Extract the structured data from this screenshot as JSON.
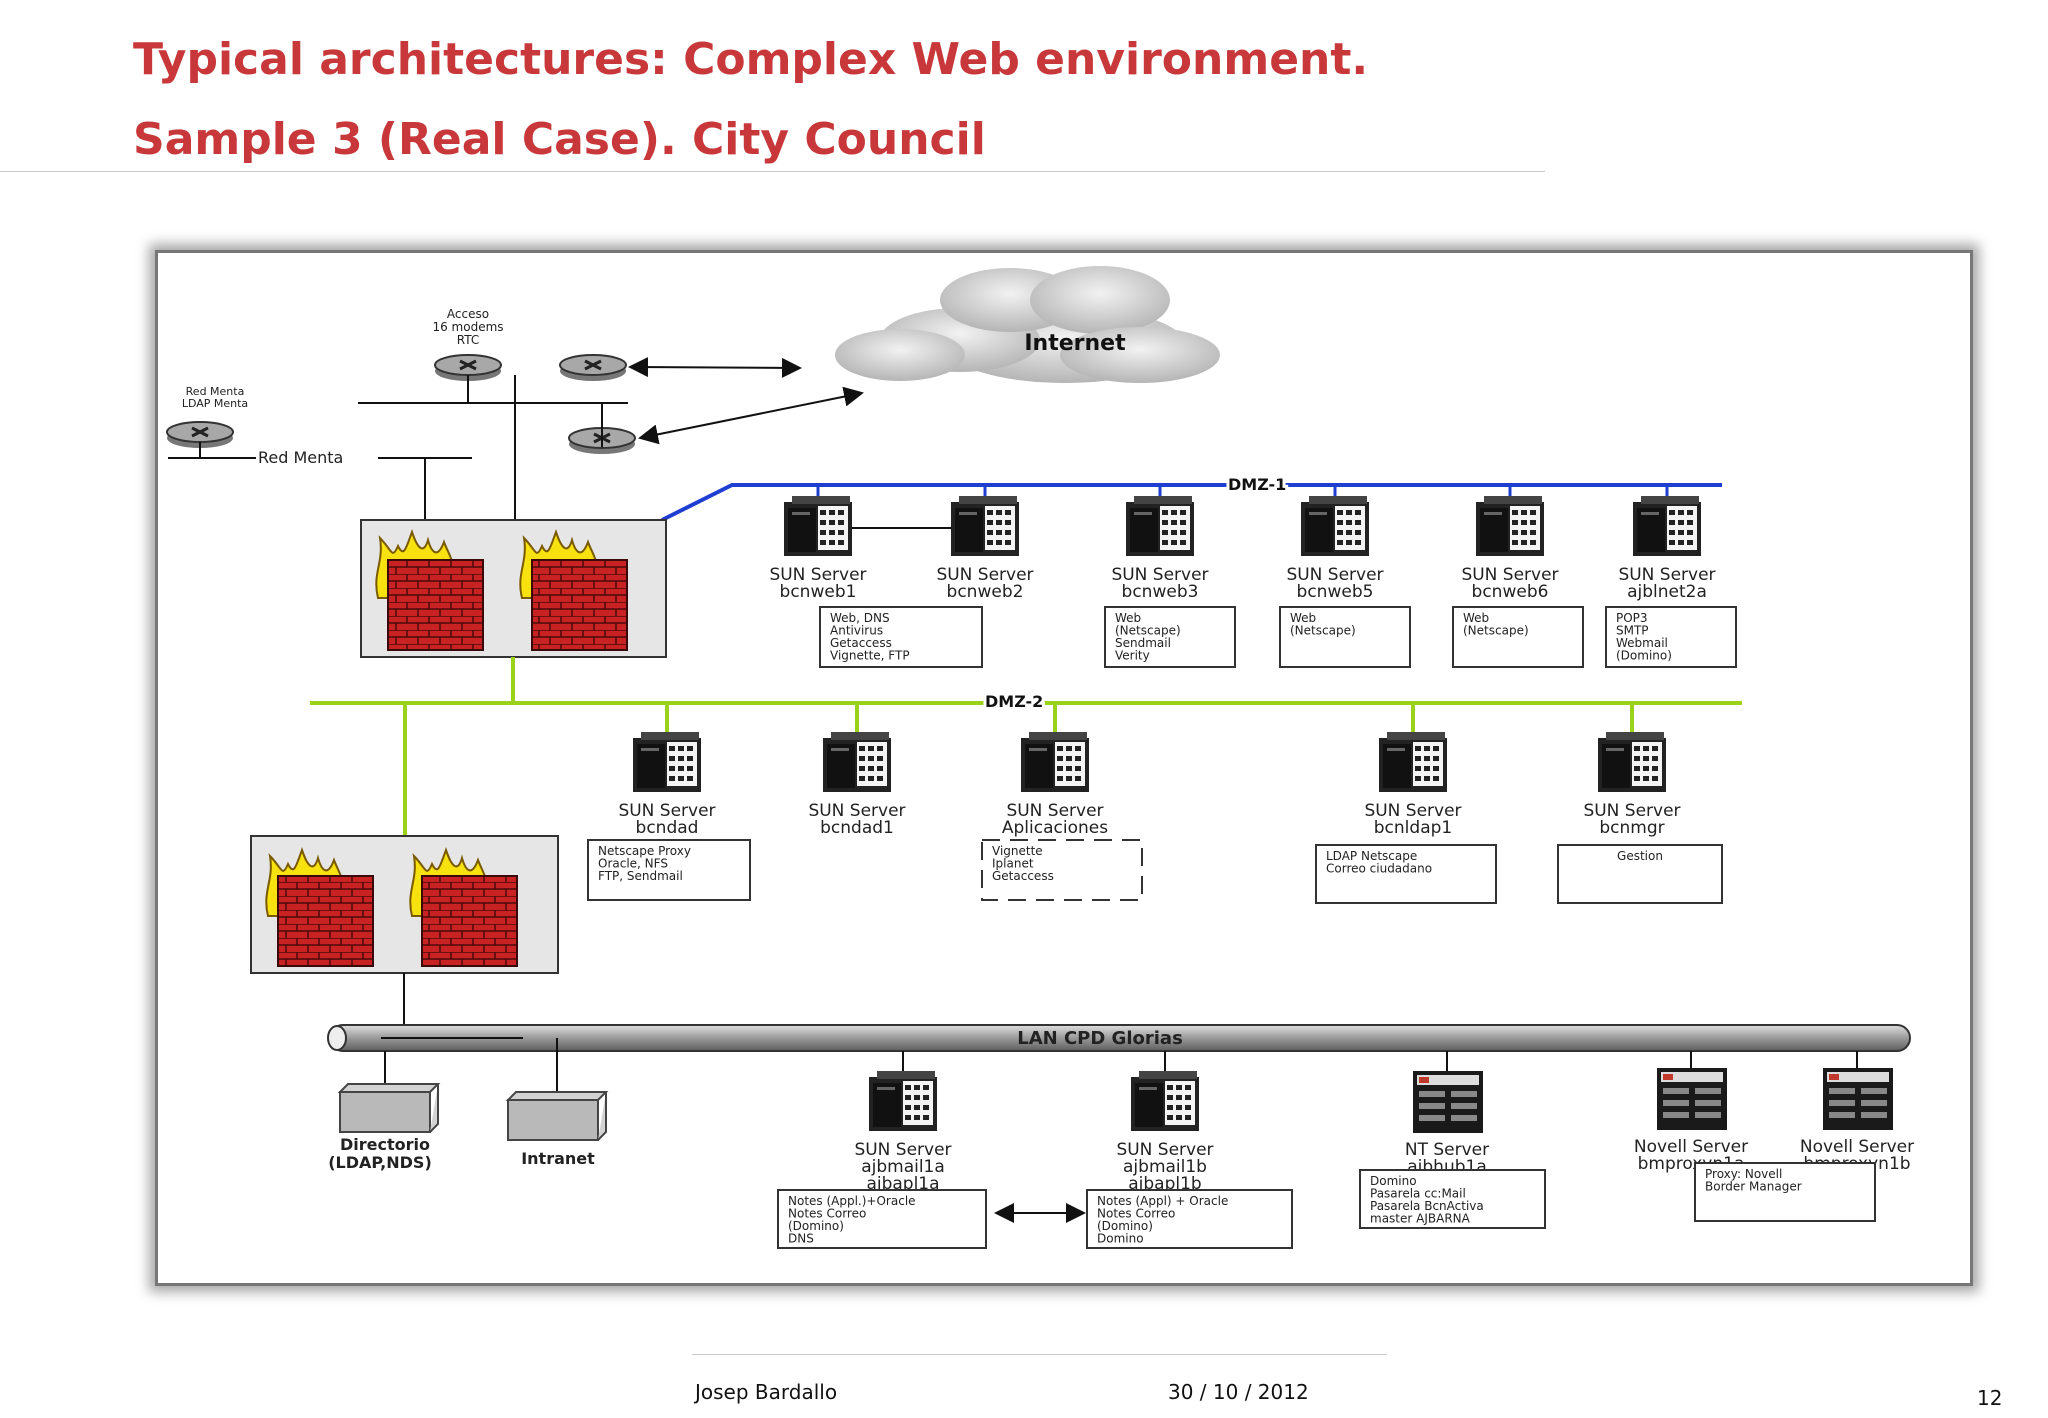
{
  "slide": {
    "title_line1": "Typical architectures: Complex Web environment.",
    "title_line2": "Sample 3 (Real Case). City Council",
    "footer_author": "Josep Bardallo",
    "footer_date": "30 / 10 / 2012",
    "page_number": "12"
  },
  "diagram": {
    "cloud_label": "Internet",
    "modem_access": [
      "Acceso",
      "16 modems",
      "RTC"
    ],
    "red_menta_top": [
      "Red Menta",
      "LDAP Menta"
    ],
    "red_menta_line": "Red Menta",
    "dmz1": "DMZ-1",
    "dmz2": "DMZ-2",
    "lan": "LAN CPD Glorias",
    "dmz1_servers": [
      {
        "type": "SUN Server",
        "name": "bcnweb1",
        "notes": [
          "Web, DNS",
          "Antivirus",
          "Getaccess",
          "Vignette, FTP"
        ]
      },
      {
        "type": "SUN Server",
        "name": "bcnweb2",
        "notes": []
      },
      {
        "type": "SUN Server",
        "name": "bcnweb3",
        "notes": [
          "Web",
          "(Netscape)",
          "Sendmail",
          "Verity"
        ]
      },
      {
        "type": "SUN Server",
        "name": "bcnweb5",
        "notes": [
          "Web",
          "(Netscape)"
        ]
      },
      {
        "type": "SUN Server",
        "name": "bcnweb6",
        "notes": [
          "Web",
          "(Netscape)"
        ]
      },
      {
        "type": "SUN Server",
        "name": "ajblnet2a",
        "notes": [
          "POP3",
          "SMTP",
          "Webmail",
          "(Domino)"
        ]
      }
    ],
    "dmz2_servers": [
      {
        "type": "SUN Server",
        "name": "bcndad",
        "notes": [
          "Netscape Proxy",
          "Oracle, NFS",
          "FTP, Sendmail"
        ]
      },
      {
        "type": "SUN Server",
        "name": "bcndad1",
        "notes": []
      },
      {
        "type": "SUN Server",
        "name": "Aplicaciones",
        "notes": [
          "Vignette",
          "Iplanet",
          "Getaccess"
        ]
      },
      {
        "type": "SUN Server",
        "name": "bcnldap1",
        "notes": [
          "LDAP Netscape",
          "Correo ciudadano"
        ]
      },
      {
        "type": "SUN Server",
        "name": "bcnmgr",
        "notes": [
          "Gestion"
        ]
      }
    ],
    "lan_servers": [
      {
        "type": "SUN Server",
        "name": "ajbmail1a",
        "name2": "ajbapl1a",
        "notes": [
          "Notes (Appl.)+Oracle",
          "Notes Correo",
          "(Domino)",
          "DNS"
        ]
      },
      {
        "type": "SUN Server",
        "name": "ajbmail1b",
        "name2": "ajbapl1b",
        "notes": [
          "Notes (Appl) + Oracle",
          "Notes Correo",
          "(Domino)",
          "Domino"
        ]
      },
      {
        "type": "NT Server",
        "name": "ajbhub1a",
        "name2": "",
        "notes": [
          "Domino",
          "Pasarela cc:Mail",
          "Pasarela BcnActiva",
          "master AJBARNA"
        ]
      },
      {
        "type": "Novell Server",
        "name": "bmproxyn1a",
        "name2": "",
        "notes": []
      },
      {
        "type": "Novell Server",
        "name": "bmproxyn1b",
        "name2": "",
        "notes": [
          "Proxy: Novell",
          "Border Manager"
        ]
      }
    ],
    "lan_boxes": [
      {
        "label1": "Directorio",
        "label2": "(LDAP,NDS)"
      },
      {
        "label1": "Intranet",
        "label2": ""
      }
    ]
  }
}
